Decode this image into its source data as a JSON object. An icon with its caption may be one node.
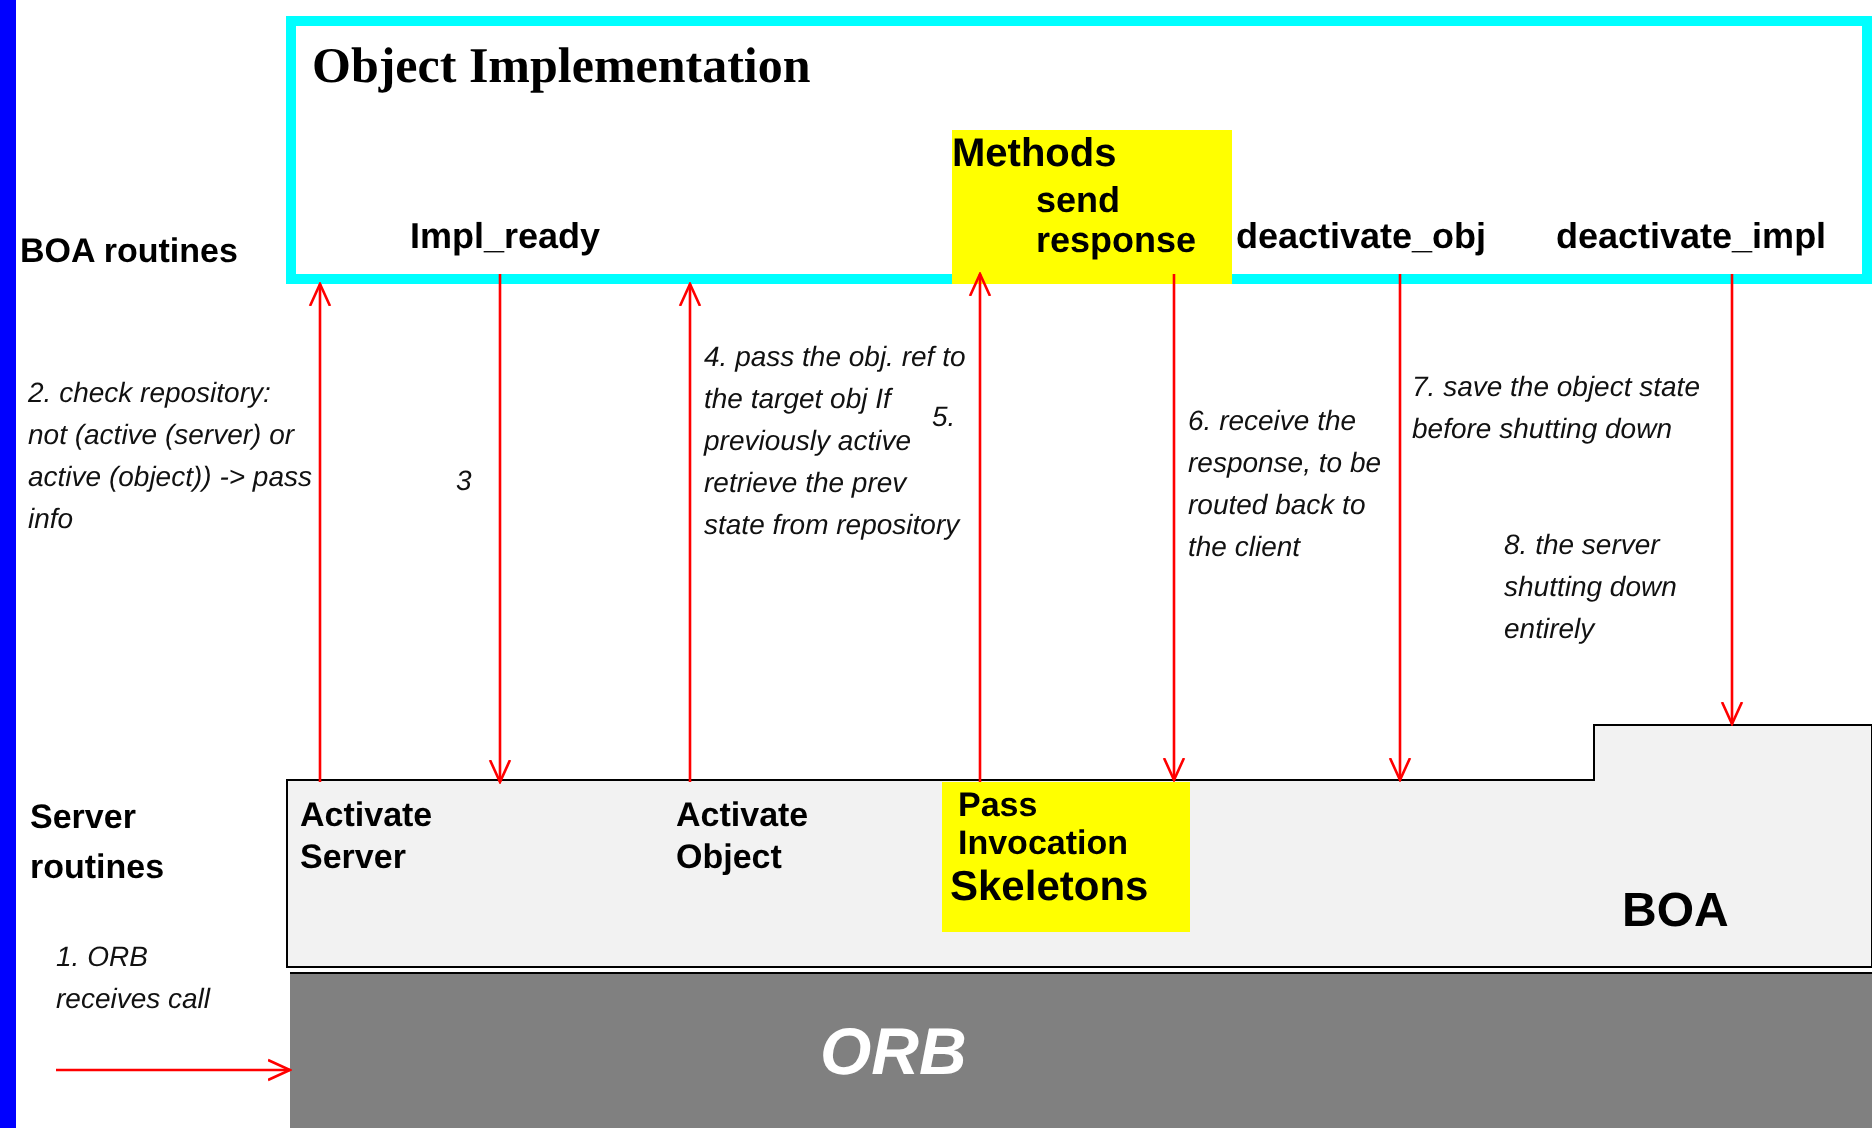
{
  "diagram": {
    "nodes": [
      {
        "text": [
          "Object Implementation"
        ]
      },
      {
        "text": [
          "Impl_ready"
        ],
        "in": 0
      },
      {
        "text": [
          "Methods",
          "send response"
        ],
        "in": 0
      },
      {
        "text": [
          "deactivate_obj"
        ],
        "in": 0
      },
      {
        "text": [
          "deactivate_impl"
        ],
        "in": 0
      },
      {
        "text": [
          "BOA"
        ]
      },
      {
        "text": [
          "Activate Server"
        ],
        "in": 5
      },
      {
        "text": [
          "Activate Object"
        ],
        "in": 5
      },
      {
        "text": [
          "Pass Invocation",
          "Skeletons"
        ],
        "in": 5
      },
      {
        "text": [
          "ORB"
        ]
      }
    ],
    "edges": [
      {
        "from": 6,
        "to": 0,
        "arrow": "to",
        "label": "2. check repository: not (active (server) or active (object)) -> pass info"
      },
      {
        "from": 1,
        "to": 6,
        "arrow": "to",
        "label": "3"
      },
      {
        "from": 7,
        "to": 0,
        "arrow": "to",
        "label": "4. pass the obj. ref to the target obj If previously active retrieve the prev state from repository"
      },
      {
        "from": 8,
        "to": 2,
        "arrow": "to",
        "label": "5."
      },
      {
        "from": 2,
        "to": 5,
        "arrow": "to",
        "label": "6. receive the response, to be routed back to the client"
      },
      {
        "from": 3,
        "to": 5,
        "arrow": "to",
        "label": "7. save the object state before shutting down"
      },
      {
        "from": 4,
        "to": 5,
        "arrow": "to",
        "label": "8. the server shutting down entirely"
      },
      {
        "from": null,
        "to": 9,
        "arrow": "to",
        "label": "1. ORB receives call"
      }
    ],
    "labels": [
      "BOA routines",
      "Server routines"
    ]
  }
}
